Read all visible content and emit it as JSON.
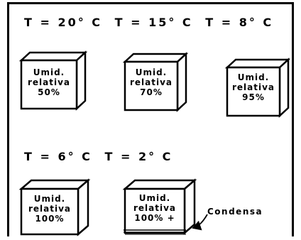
{
  "row1": {
    "temps": [
      "T = 20° C",
      "T = 15° C",
      "T = 8° C"
    ]
  },
  "row2": {
    "temps": [
      "T = 6° C",
      "T = 2° C"
    ]
  },
  "boxes": [
    {
      "line1": "Umid.",
      "line2": "relativa",
      "line3": "50%"
    },
    {
      "line1": "Umid.",
      "line2": "relativa",
      "line3": "70%"
    },
    {
      "line1": "Umid.",
      "line2": "relativa",
      "line3": "95%"
    },
    {
      "line1": "Umid.",
      "line2": "relativa",
      "line3": "100%"
    },
    {
      "line1": "Umid.",
      "line2": "relativa",
      "line3": "100% +"
    }
  ],
  "condensation": {
    "label": "Condensa"
  }
}
